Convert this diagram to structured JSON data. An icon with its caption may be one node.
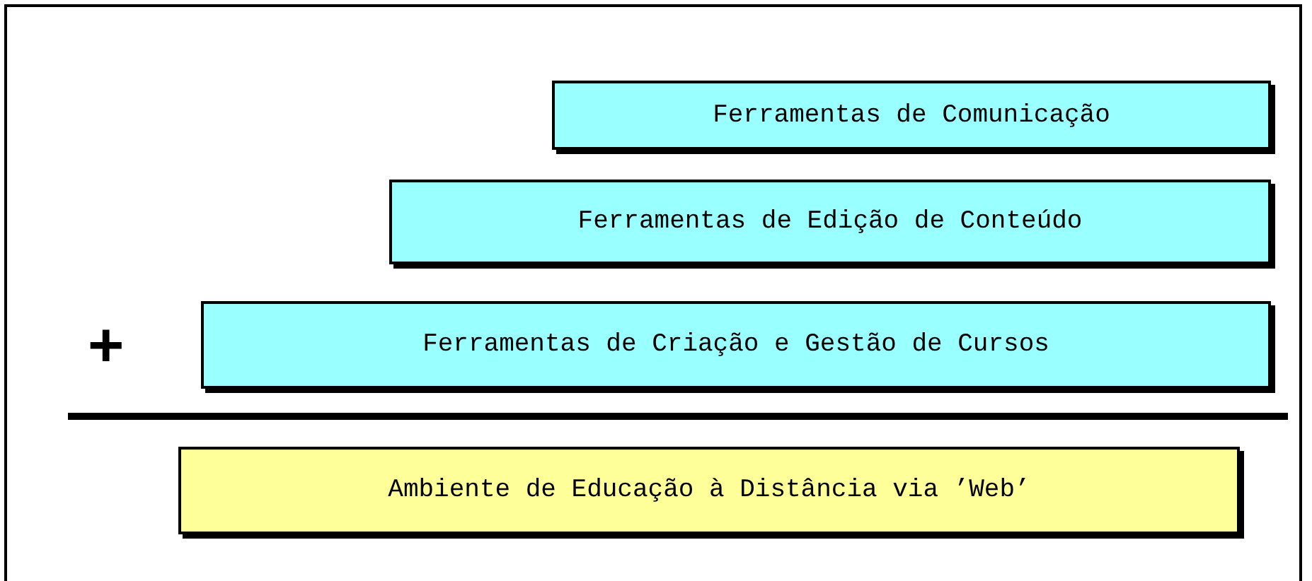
{
  "diagram": {
    "nodes": [
      {
        "text": [
          "Ferramentas de Comunicação"
        ]
      },
      {
        "text": [
          "Ferramentas de Edição de Conteúdo"
        ]
      },
      {
        "text": [
          "Ferramentas de Criação e Gestão de Cursos"
        ]
      },
      {
        "text": [
          "Ambiente de Educação à Distância via ’Web’"
        ]
      }
    ],
    "edges": [],
    "labels": [
      "+"
    ]
  }
}
